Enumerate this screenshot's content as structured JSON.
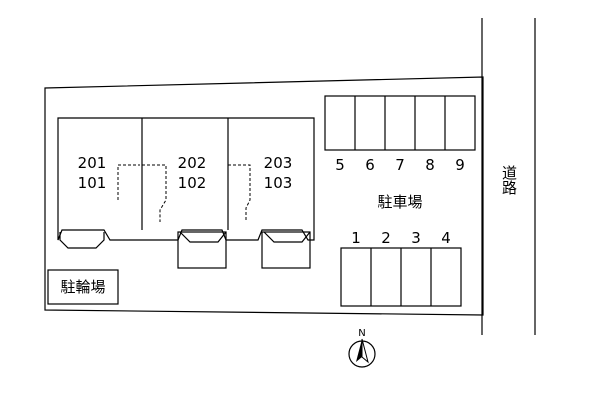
{
  "units": [
    {
      "upper": "201",
      "lower": "101"
    },
    {
      "upper": "202",
      "lower": "102"
    },
    {
      "upper": "203",
      "lower": "103"
    }
  ],
  "parking": {
    "label": "駐車場",
    "upper_row": [
      "5",
      "6",
      "7",
      "8",
      "9"
    ],
    "lower_row": [
      "1",
      "2",
      "3",
      "4"
    ]
  },
  "bicycle_parking": "駐輪場",
  "road": "道路",
  "compass": {
    "label": "N"
  }
}
